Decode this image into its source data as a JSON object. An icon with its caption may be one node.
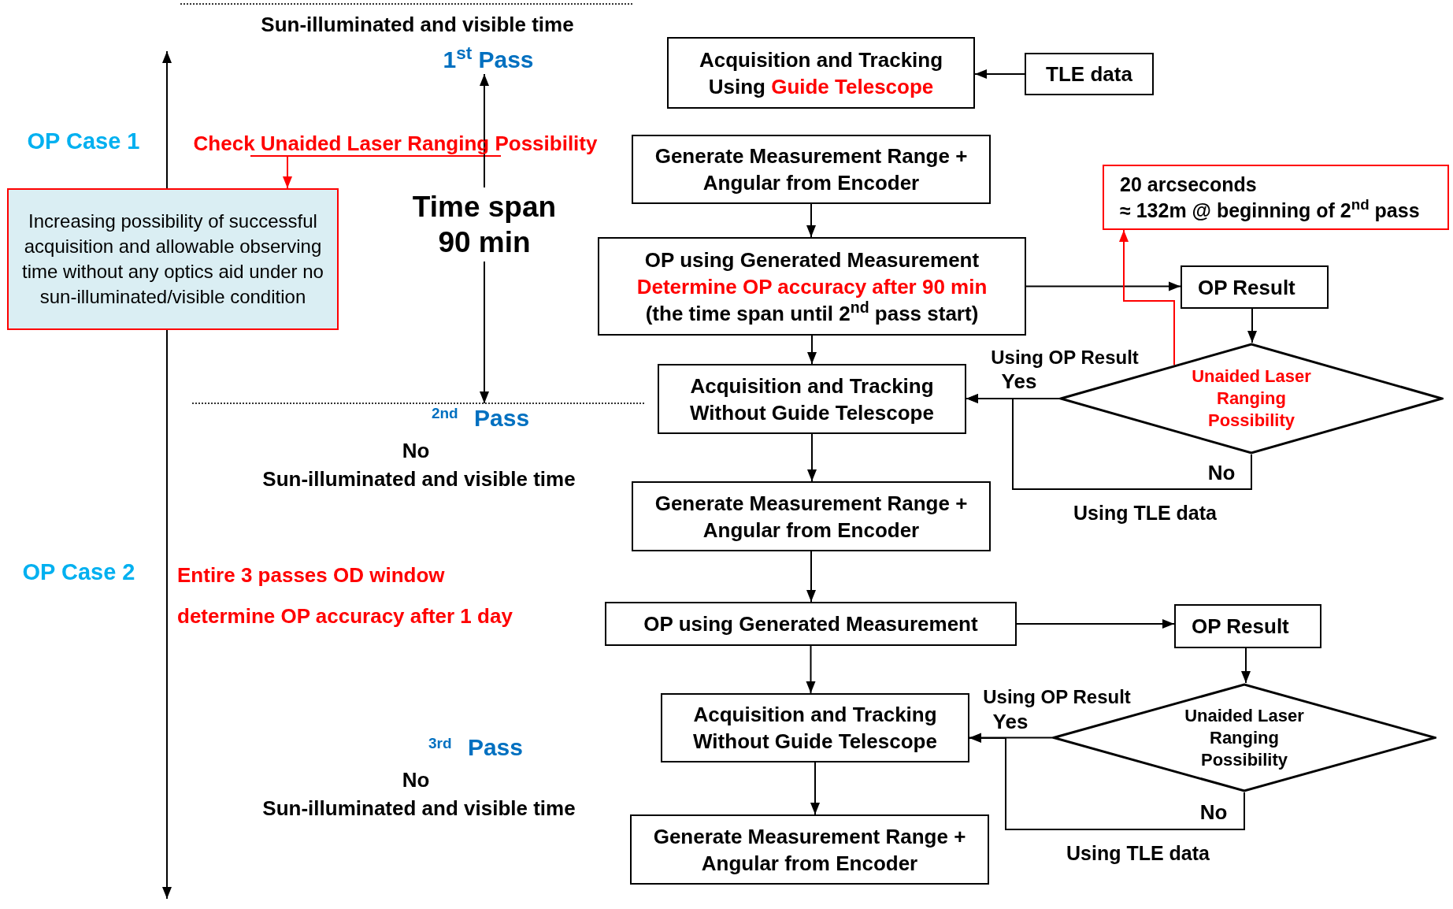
{
  "diagram": {
    "nodes": [
      {
        "text": [
          "1$^{st}$ Pass"
        ]
      },
      {
        "text": [
          "Acquisition and Tracking Using *Guide Telescope*"
        ]
      },
      {
        "text": [
          "TLE data"
        ]
      },
      {
        "text": [
          "Check Unaided Laser Ranging Possibility"
        ]
      },
      {
        "text": [
          "Generate Measurement Range + Angular from Encoder"
        ]
      },
      {
        "text": [
          "Increasing possibility of successful acquisition and allowable observing time without any optics aid under no sun-illuminated/visible condition"
        ]
      },
      {
        "text": [
          "Time span 90 min"
        ]
      },
      {
        "text": [
          "20 arcseconds",
          "≈ 132m @ beginning of 2$^{nd}$ pass"
        ]
      },
      {
        "text": [
          "OP using Generated Measurement",
          "Determine OP accuracy after 90 min",
          "(the time span until 2$^{nd}$ pass start)"
        ]
      },
      {
        "text": [
          "OP Result"
        ]
      },
      {
        "text": [
          "Acquisition and Tracking Without Guide Telescope"
        ]
      },
      {
        "text": [
          "Unaided Laser Ranging Possibility"
        ]
      },
      {
        "text": [
          "$^{2nd}$ Pass"
        ]
      },
      {
        "text": [
          "Generate Measurement Range + Angular from Encoder"
        ]
      },
      {
        "text": [
          "OP using Generated Measurement"
        ]
      },
      {
        "text": [
          "OP Result"
        ]
      },
      {
        "text": [
          "Acquisition and Tracking Without Guide Telescope"
        ]
      },
      {
        "text": [
          "Unaided Laser Ranging Possibility"
        ]
      },
      {
        "text": [
          "Generate Measurement Range + Angular from Encoder"
        ]
      }
    ],
    "edges": [
      {
        "from": 2,
        "to": 1,
        "arrow": "to"
      },
      {
        "from": 3,
        "to": 5,
        "arrow": "to",
        "color": "#ff0000"
      },
      {
        "from": 5,
        "to": null,
        "arrow": "to"
      },
      {
        "from": 5,
        "to": null,
        "arrow": "to"
      },
      {
        "from": 6,
        "to": 0,
        "arrow": "to"
      },
      {
        "from": 6,
        "to": 12,
        "arrow": "to"
      },
      {
        "from": 4,
        "to": 8,
        "arrow": "to"
      },
      {
        "from": 8,
        "to": 9,
        "arrow": "to"
      },
      {
        "from": 8,
        "to": 10,
        "arrow": "to"
      },
      {
        "from": 9,
        "to": 11,
        "arrow": "to"
      },
      {
        "from": 11,
        "to": 10,
        "arrow": "to",
        "label": "Yes"
      },
      {
        "from": 11,
        "to": 10,
        "arrow": "to",
        "label": "No"
      },
      {
        "from": 11,
        "to": 7,
        "arrow": "to",
        "color": "#ff0000"
      },
      {
        "from": 10,
        "to": 13,
        "arrow": "to"
      },
      {
        "from": 13,
        "to": 14,
        "arrow": "to"
      },
      {
        "from": 14,
        "to": 15,
        "arrow": "to"
      },
      {
        "from": 14,
        "to": 16,
        "arrow": "to"
      },
      {
        "from": 15,
        "to": 17,
        "arrow": "to"
      },
      {
        "from": 17,
        "to": 16,
        "arrow": "to",
        "label": "Yes"
      },
      {
        "from": 17,
        "to": 16,
        "arrow": "to",
        "label": "No"
      },
      {
        "from": 16,
        "to": 18,
        "arrow": "to"
      }
    ],
    "labels": [
      "Sun-illuminated and visible time",
      "OP Case 1",
      "Using OP Result",
      "No",
      "Sun-illuminated and visible time",
      "Using TLE data",
      "OP Case 2",
      "Entire 3 passes OD window",
      "determine OP accuracy after 1 day",
      "Using OP Result",
      "$^{3rd}$ Pass",
      "No",
      "Sun-illuminated and visible time",
      "Using TLE data"
    ]
  }
}
